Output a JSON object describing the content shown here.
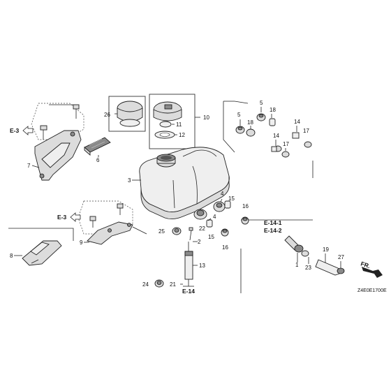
{
  "diagram": {
    "part_numbers": [
      "1",
      "2",
      "3",
      "4",
      "4",
      "5",
      "5",
      "6",
      "7",
      "8",
      "9",
      "10",
      "11",
      "12",
      "13",
      "14",
      "14",
      "15",
      "15",
      "16",
      "16",
      "17",
      "17",
      "18",
      "18",
      "19",
      "21",
      "22",
      "23",
      "24",
      "25",
      "26",
      "27"
    ],
    "references": {
      "e3_upper": "E-3",
      "e3_lower": "E-3",
      "e14_1": "E-14-1",
      "e14_2": "E-14-2",
      "e14": "E-14",
      "front": "FR."
    },
    "drawing_code": "Z4E0E1700E"
  }
}
